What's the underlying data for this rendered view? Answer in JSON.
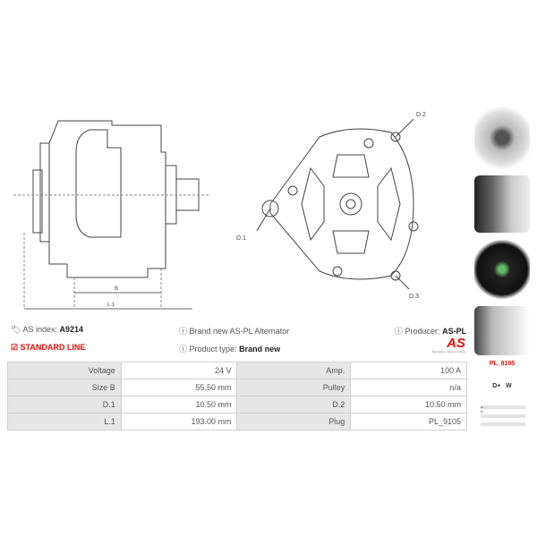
{
  "info": {
    "as_index_label": "AS index:",
    "as_index": "A9214",
    "standard_line": "STANDARD LINE",
    "brand_new": "Brand new AS-PL Alternator",
    "product_type_label": "Product type:",
    "product_type": "Brand new",
    "producer_label": "Producer:",
    "producer": "AS-PL",
    "logo_text": "AS",
    "logo_tagline": "Alternators, Starters & Parts"
  },
  "drawing": {
    "b": "B",
    "l1": "L.1",
    "d1": "D.1",
    "d2": "D.2",
    "d3": "D.3"
  },
  "specs": [
    {
      "l1": "Voltage",
      "v1": "24 V",
      "l2": "Amp.",
      "v2": "100 A"
    },
    {
      "l1": "Size B",
      "v1": "55.50 mm",
      "l2": "Pulley",
      "v2": "n/a"
    },
    {
      "l1": "D.1",
      "v1": "10.50 mm",
      "l2": "D.2",
      "v2": "10.50 mm"
    },
    {
      "l1": "L.1",
      "v1": "193.00 mm",
      "l2": "Plug",
      "v2": "PL_9105"
    }
  ],
  "plug": {
    "name": "PL_9105",
    "terminals": "D+   W",
    "rows": [
      "D+",
      "W"
    ]
  },
  "colors": {
    "accent": "#e3120b",
    "table_label_bg": "#e6e6e6"
  }
}
